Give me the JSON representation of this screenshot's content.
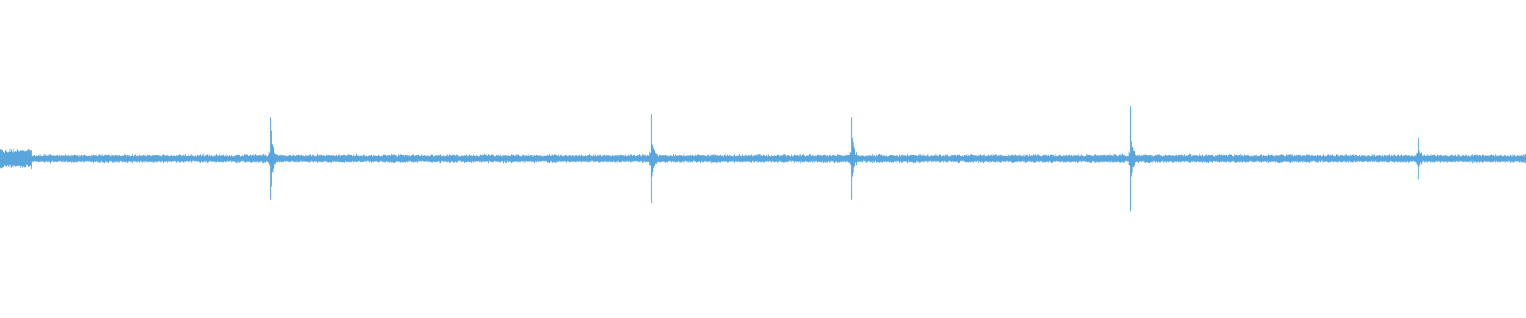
{
  "waveform": {
    "color": "#5aa5dc",
    "background": "#ffffff",
    "baseline_noise_level": 0.03,
    "initial_burst_level": 0.07,
    "transients": [
      {
        "position": 0.177,
        "peak": 0.26,
        "lower": 0.26
      },
      {
        "position": 0.4265,
        "peak": 0.28,
        "lower": 0.28
      },
      {
        "position": 0.558,
        "peak": 0.26,
        "lower": 0.26
      },
      {
        "position": 0.7405,
        "peak": 0.33,
        "lower": 0.33
      },
      {
        "position": 0.929,
        "peak": 0.13,
        "lower": 0.13
      }
    ]
  }
}
